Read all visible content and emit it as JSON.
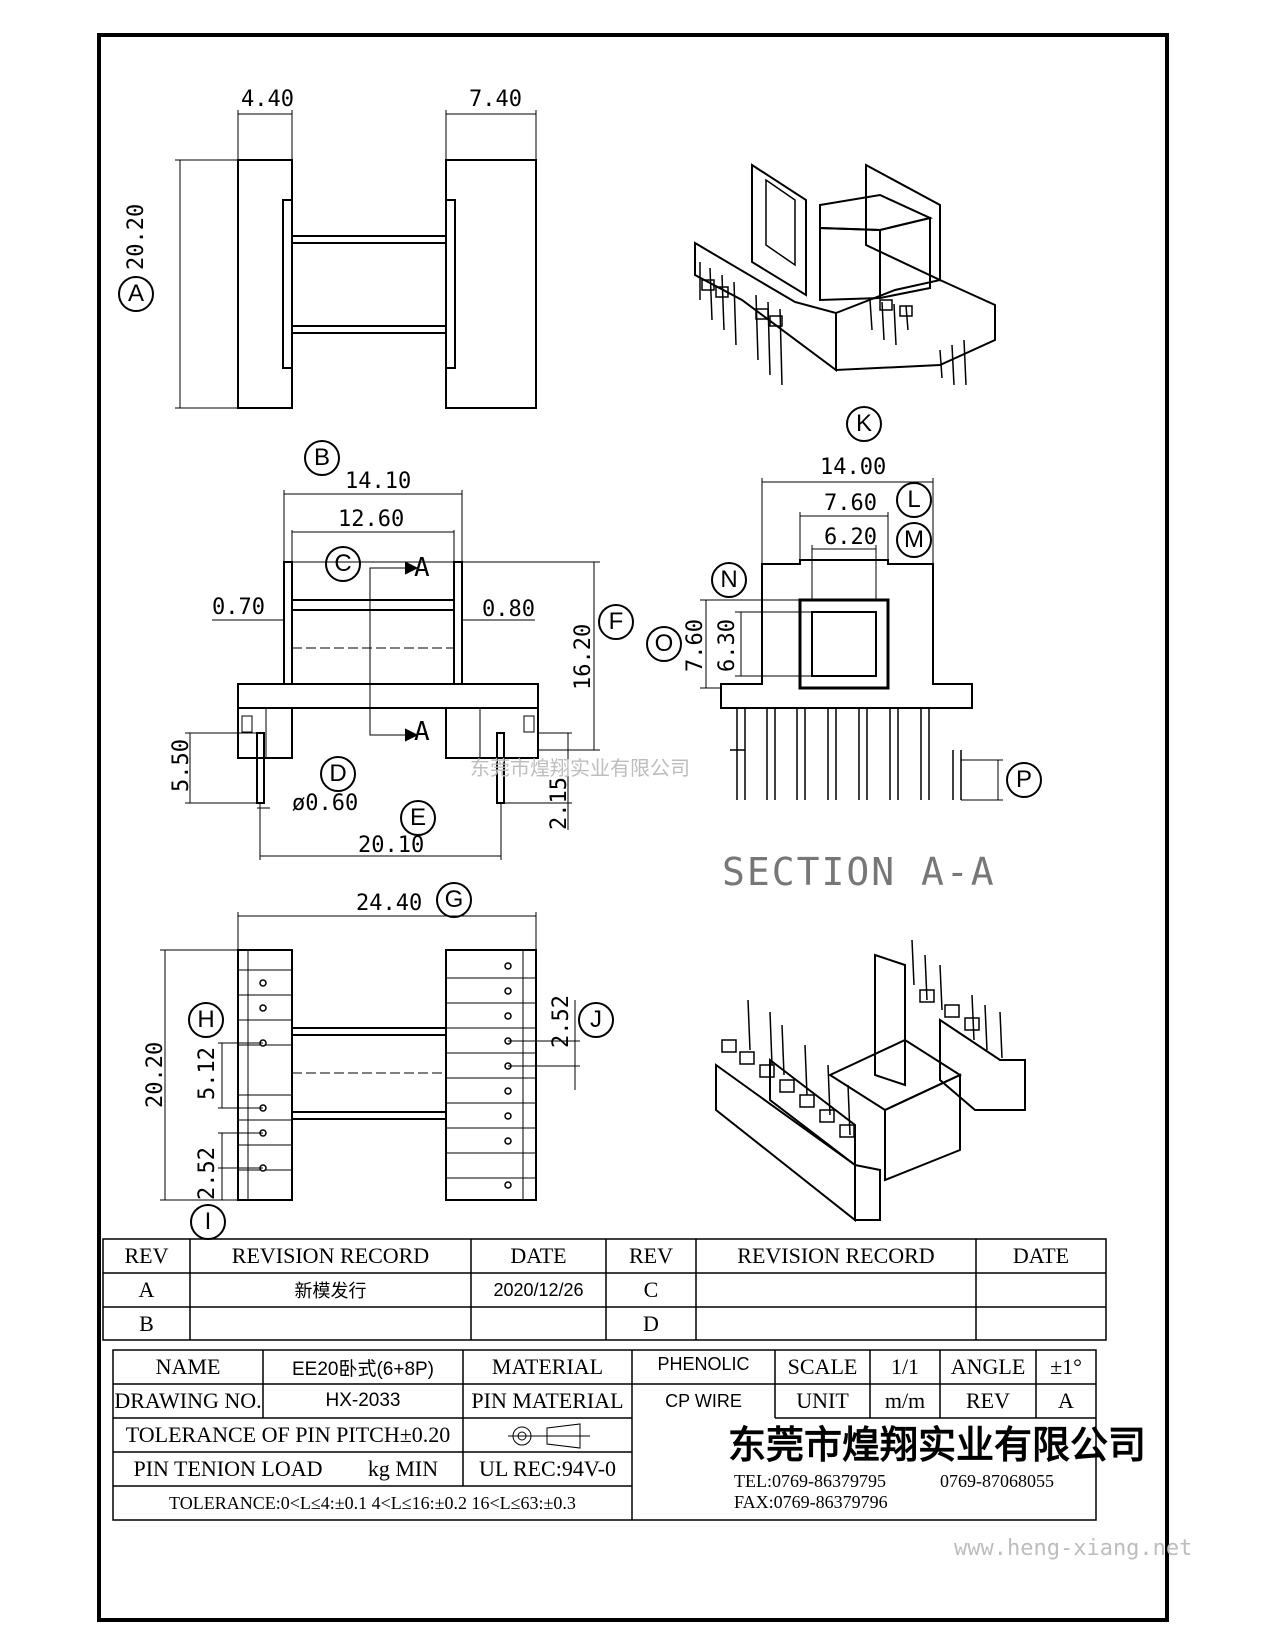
{
  "drawing": {
    "top_view": {
      "dim_left_width": "4.40",
      "dim_right_width": "7.40",
      "dim_height": "20.20",
      "callout": "A"
    },
    "front_view": {
      "callout_b": "B",
      "dim_overall": "14.10",
      "dim_inner": "12.60",
      "callout_c": "C",
      "section_mark_top": "A",
      "section_mark_bottom": "A",
      "dim_left_wall": "0.70",
      "dim_right_wall": "0.80",
      "dim_height": "16.20",
      "callout_f": "F",
      "dim_pin_standoff": "5.50",
      "callout_d": "D",
      "dim_pin_dia": "ø0.60",
      "dim_pin_tail": "2.15",
      "callout_e": "E",
      "dim_pin_span": "20.10"
    },
    "section_view": {
      "callout_k": "K",
      "dim_width": "14.00",
      "dim_outer": "7.60",
      "callout_l": "L",
      "dim_inner": "6.20",
      "callout_m": "M",
      "callout_n": "N",
      "callout_o": "O",
      "dim_outer_h": "7.60",
      "dim_inner_h": "6.30",
      "callout_p": "P",
      "title": "SECTION A-A"
    },
    "bottom_view": {
      "dim_overall": "24.40",
      "callout_g": "G",
      "dim_height": "20.20",
      "callout_h": "H",
      "dim_row_gap": "5.12",
      "dim_pitch_left": "2.52",
      "callout_i": "I",
      "dim_pitch_right": "2.52",
      "callout_j": "J"
    },
    "watermark_center": "东莞市煌翔实业有限公司",
    "watermark_corner": "www.heng-xiang.net"
  },
  "revision_table": {
    "headers": [
      "REV",
      "REVISION RECORD",
      "DATE",
      "REV",
      "REVISION RECORD",
      "DATE"
    ],
    "rows": [
      [
        "A",
        "新模发行",
        "2020/12/26",
        "C",
        "",
        ""
      ],
      [
        "B",
        "",
        "",
        "D",
        "",
        ""
      ]
    ]
  },
  "title_block": {
    "name_label": "NAME",
    "name_value": "EE20卧式(6+8P)",
    "material_label": "MATERIAL",
    "material_value": "PHENOLIC",
    "scale_label": "SCALE",
    "scale_value": "1/1",
    "angle_label": "ANGLE",
    "angle_value": "±1°",
    "drawing_no_label": "DRAWING NO.",
    "drawing_no_value": "HX-2033",
    "pin_material_label": "PIN MATERIAL",
    "pin_material_value": "CP WIRE",
    "unit_label": "UNIT",
    "unit_value": "m/m",
    "rev_label": "REV",
    "rev_value": "A",
    "tolerance_pitch": "TOLERANCE OF PIN PITCH±0.20",
    "pin_tension_label": "PIN TENION LOAD",
    "pin_tension_unit": "kg MIN",
    "ul_rec": "UL REC:94V-0",
    "tolerance_note": "TOLERANCE:0<L≤4:±0.1  4<L≤16:±0.2  16<L≤63:±0.3",
    "company": "东莞市煌翔实业有限公司",
    "tel": "TEL:0769-86379795",
    "tel2": "0769-87068055",
    "fax": "FAX:0769-86379796"
  }
}
